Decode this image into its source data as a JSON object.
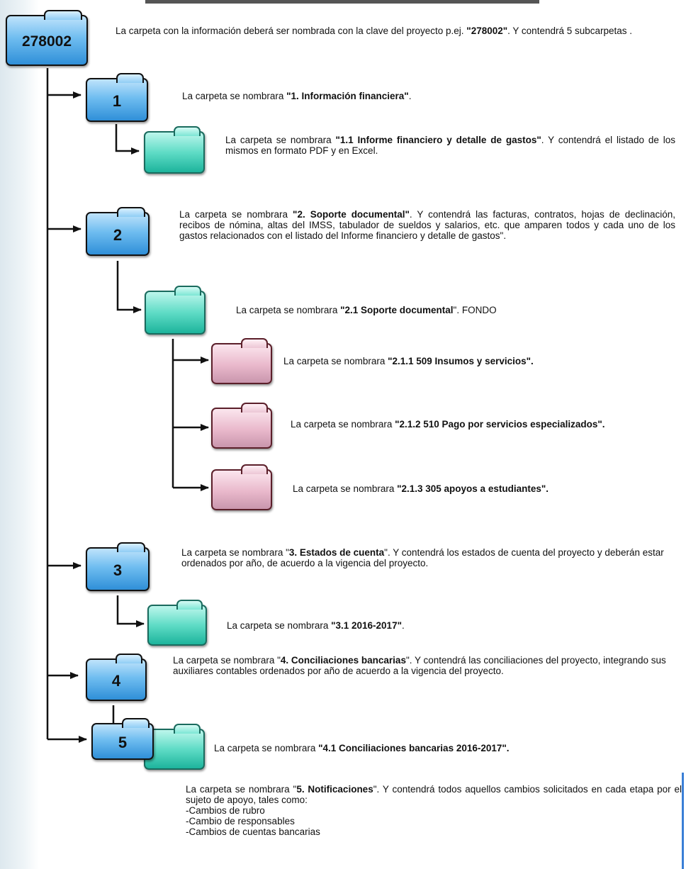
{
  "root": {
    "label": "278002",
    "desc_1": "La carpeta con la información deberá ser nombrada con la clave del proyecto p.ej. ",
    "desc_b": "\"278002\"",
    "desc_2": ". Y contendrá 5 subcarpetas ."
  },
  "f1": {
    "label": "1",
    "desc_1": "La carpeta se nombrara ",
    "desc_b": "\"1. Información financiera\"",
    "desc_2": "."
  },
  "f1_1": {
    "desc_1": "La carpeta se nombrara ",
    "desc_b": "\"1.1 Informe financiero y detalle de gastos\"",
    "desc_2": ". Y contendrá el listado de los mismos en formato PDF y en Excel."
  },
  "f2": {
    "label": "2",
    "desc_1": "La carpeta se nombrara ",
    "desc_b": "\"2. Soporte documental\"",
    "desc_2": ". Y contendrá las facturas, contratos, hojas de declinación, recibos de nómina, altas del IMSS, tabulador de sueldos y salarios, etc. que amparen todos y cada uno de los gastos relacionados con el listado del Informe financiero y detalle de gastos\"."
  },
  "f2_1": {
    "desc_1": "La carpeta se nombrara ",
    "desc_b": "\"2.1 Soporte documental",
    "desc_2": "\". FONDO"
  },
  "f2_1_1": {
    "desc_1": "La carpeta se nombrara ",
    "desc_b": "\"2.1.1 509 Insumos y servicios\".",
    "desc_2": ""
  },
  "f2_1_2": {
    "desc_1": "La carpeta se nombrara ",
    "desc_b": "\"2.1.2 510 Pago por servicios especializados\".",
    "desc_2": ""
  },
  "f2_1_3": {
    "desc_1": "La carpeta se nombrara ",
    "desc_b": "\"2.1.3 305 apoyos a estudiantes\".",
    "desc_2": ""
  },
  "f3": {
    "label": "3",
    "desc_1": "La carpeta se nombrara \"",
    "desc_b": "3. Estados de cuenta",
    "desc_2": "\". Y contendrá los estados de cuenta del proyecto y deberán estar ordenados por año, de acuerdo a la vigencia del proyecto."
  },
  "f3_1": {
    "desc_1": "La carpeta se nombrara ",
    "desc_b": "\"3.1 2016-2017\"",
    "desc_2": "."
  },
  "f4": {
    "label": "4",
    "desc_1": "La carpeta se nombrara \"",
    "desc_b": "4. Conciliaciones bancarias",
    "desc_2": "\". Y contendrá las conciliaciones del proyecto, integrando sus auxiliares contables ordenados por año de acuerdo a la vigencia del proyecto."
  },
  "f4_1": {
    "desc_1": "La carpeta se nombrara ",
    "desc_b": "\"4.1 Conciliaciones bancarias 2016-2017\".",
    "desc_2": ""
  },
  "f5": {
    "label": "5",
    "desc_1": "La carpeta se nombrara \"",
    "desc_b": "5. Notificaciones",
    "desc_2": "\". Y contendrá todos aquellos cambios solicitados en cada etapa por el sujeto de apoyo, tales como:",
    "items": [
      "-Cambios de rubro",
      "-Cambio de responsables",
      "-Cambios de cuentas bancarias"
    ]
  }
}
